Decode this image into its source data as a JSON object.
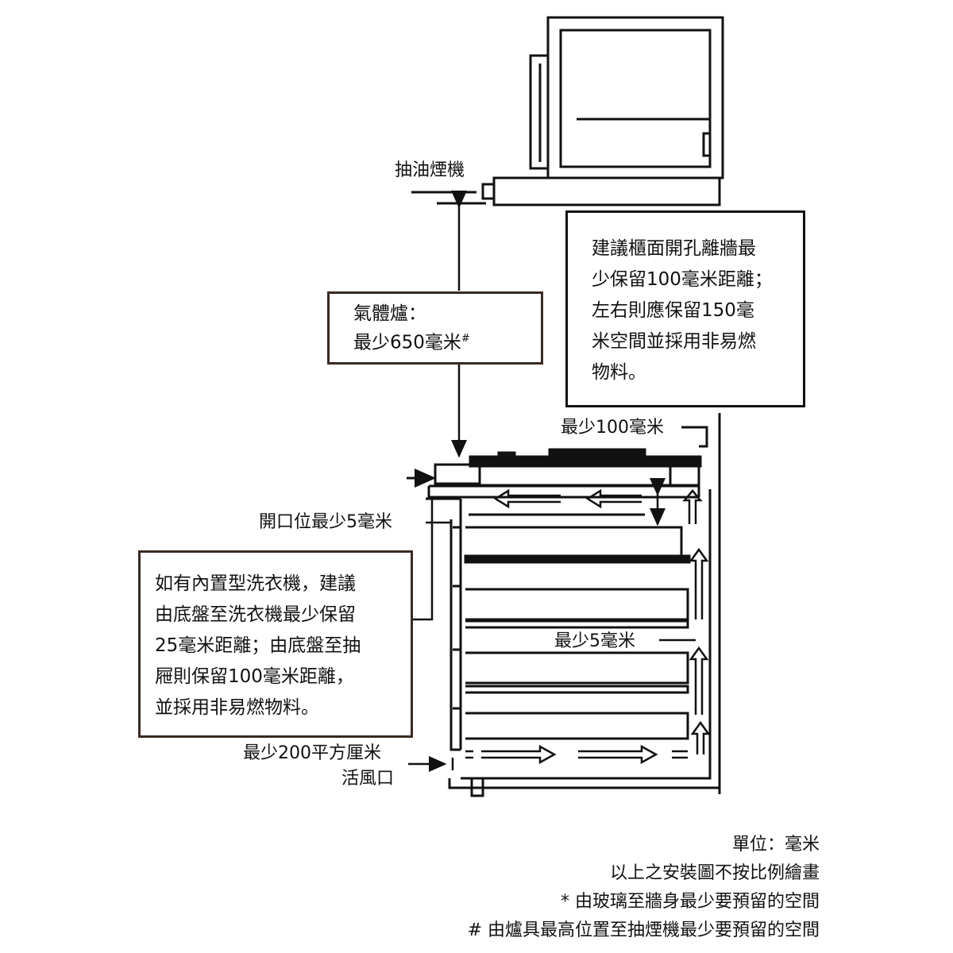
{
  "labels": {
    "hood": "抽油煙機",
    "gas_clearance_title": "氣體爐：",
    "gas_clearance_value": "最少650毫米",
    "gas_clearance_mark": "#",
    "wall_advice": [
      "建議櫃面開孔離牆最",
      "少保留100毫米距離；",
      "左右則應保留150毫",
      "米空間並採用非易燃",
      "物料。"
    ],
    "min_100": "最少100毫米",
    "opening_5": "開口位最少5毫米",
    "washer_advice": [
      "如有內置型洗衣機，建議",
      "由底盤至洗衣機最少保留",
      "25毫米距離；由底盤至抽",
      "屜則保留100毫米距離，",
      "並採用非易燃物料。"
    ],
    "min_5": "最少5毫米",
    "vent_area": "最少200平方厘米",
    "vent_name": "活風口"
  },
  "notes": [
    "單位：毫米",
    "以上之安裝圖不按比例繪畫",
    "* 由玻璃至牆身最少要預留的空間",
    "# 由爐具最高位置至抽煙機最少要預留的空間"
  ]
}
